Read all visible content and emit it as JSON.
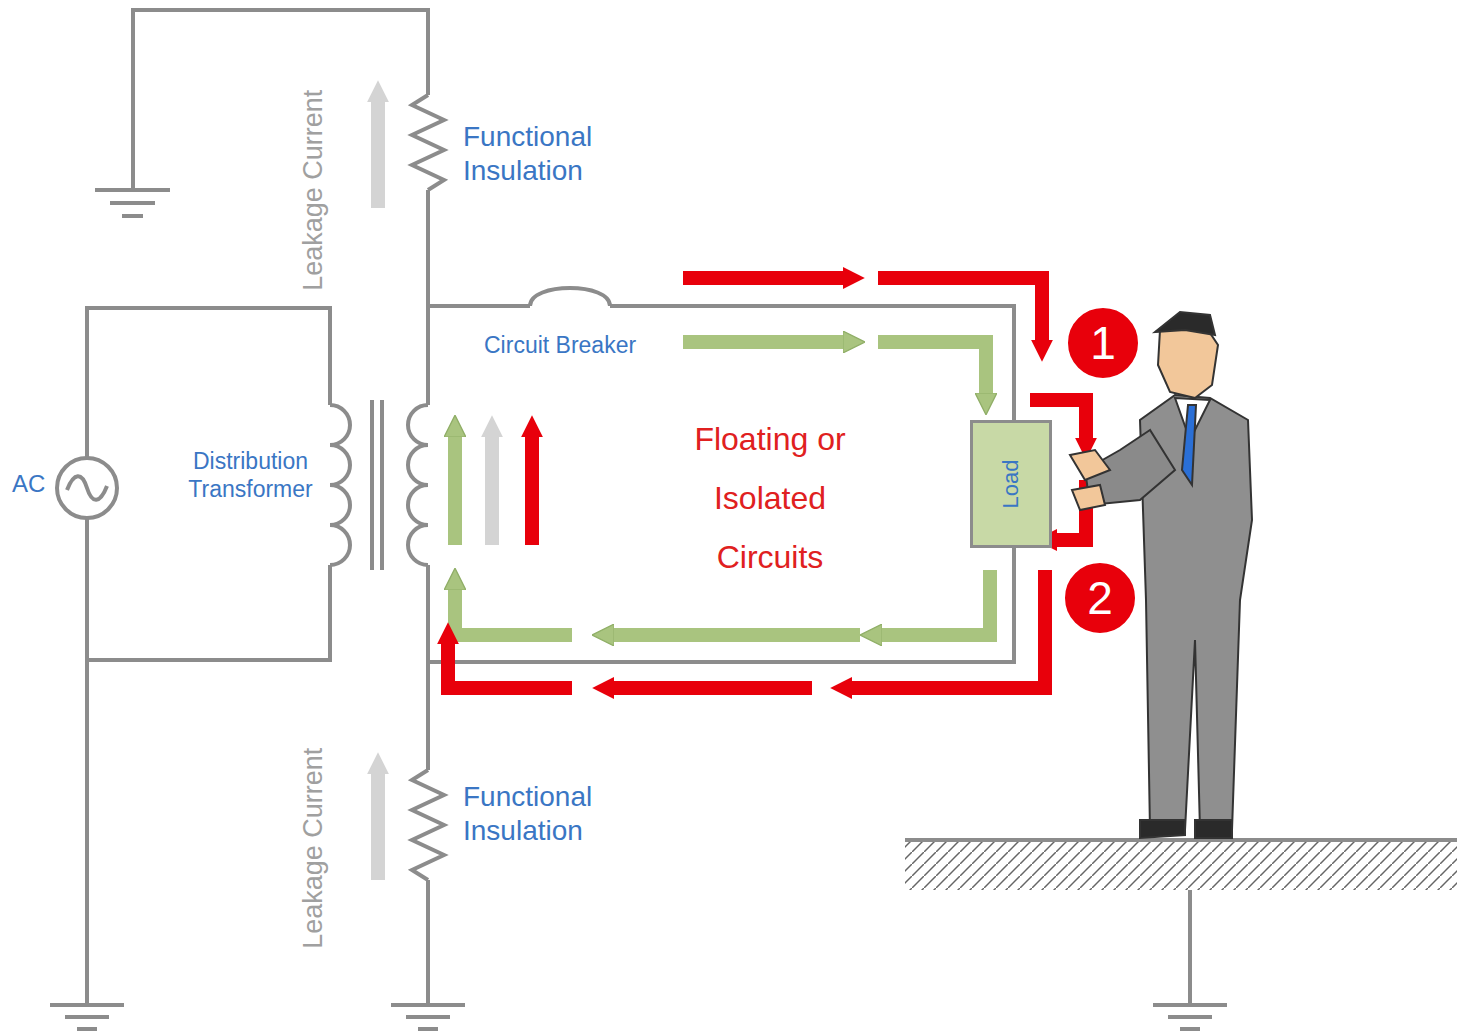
{
  "diagram": {
    "nodes": [
      {
        "text": [
          "Load"
        ]
      },
      {
        "text": [
          "1"
        ]
      },
      {
        "text": [
          "2"
        ]
      }
    ],
    "labels": [
      "Leakage Current",
      "Functional Insulation",
      "Circuit Breaker",
      "AC",
      "Distribution Transformer",
      "Floating or Isolated Circuits",
      "Leakage Current",
      "Functional Insulation"
    ]
  }
}
